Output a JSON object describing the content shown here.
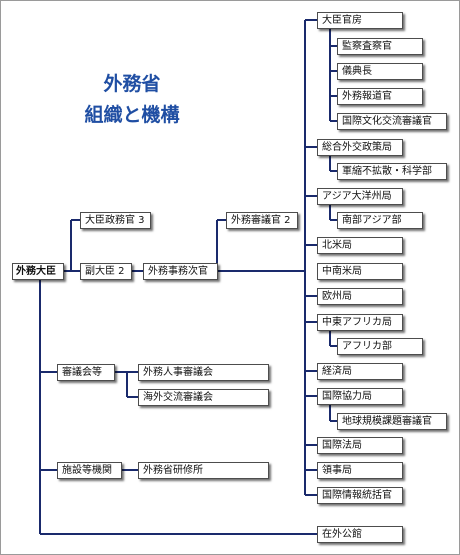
{
  "title": {
    "line1": "外務省",
    "line2": "組織と機構"
  },
  "nodes": {
    "minister": "外務大臣",
    "parl_vice": "大臣政務官 3",
    "vice": "副大臣 2",
    "vice_minister": "外務事務次官",
    "deputy_vm": "外務審議官 2",
    "secretariat": "大臣官房",
    "inspector": "監察査察官",
    "protocol": "儀典長",
    "press": "外務報道官",
    "cultural": "国際文化交流審議官",
    "foreign_policy": "総合外交政策局",
    "disarmament": "軍縮不拡散・科学部",
    "asia": "アジア大洋州局",
    "south_asia": "南部アジア部",
    "na": "北米局",
    "la": "中南米局",
    "europe": "欧州局",
    "me": "中東アフリカ局",
    "africa": "アフリカ部",
    "economic": "経済局",
    "coop": "国際協力局",
    "global": "地球規模課題審議官",
    "legal": "国際法局",
    "consular": "領事局",
    "intel": "国際情報統括官",
    "councils": "審議会等",
    "personnel": "外務人事審議会",
    "overseas_council": "海外交流審議会",
    "facilities": "施設等機関",
    "training": "外務省研修所",
    "missions": "在外公館"
  }
}
